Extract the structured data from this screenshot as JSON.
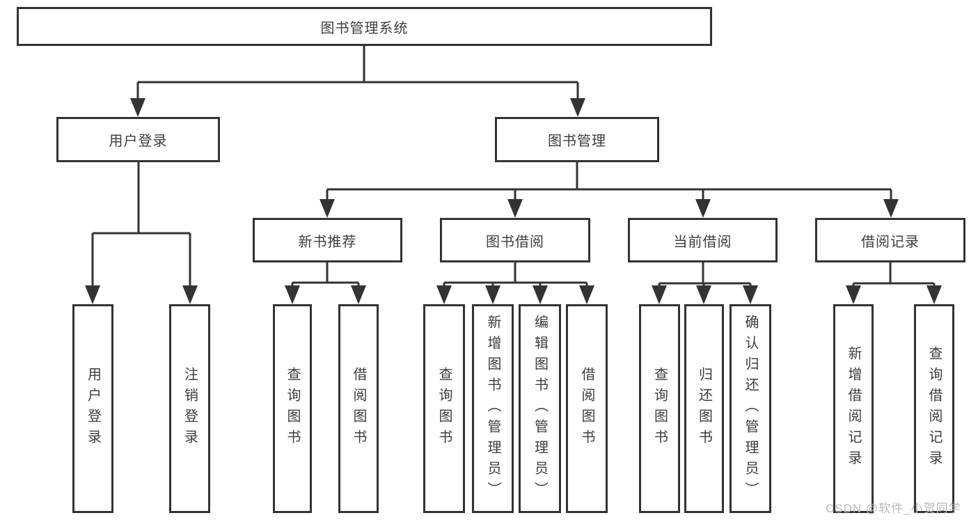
{
  "colors": {
    "line": "#333333",
    "text": "#3d3d3d",
    "box_background": "#ffffff",
    "watermark": "#b9b9b9"
  },
  "diagram": {
    "root": {
      "label": "图书管理系统"
    },
    "branches": [
      {
        "label": "用户登录",
        "children": [
          {
            "label": "用户登录"
          },
          {
            "label": "注销登录"
          }
        ]
      },
      {
        "label": "图书管理",
        "children": [
          {
            "label": "新书推荐",
            "children": [
              {
                "label": "查询图书"
              },
              {
                "label": "借阅图书"
              }
            ]
          },
          {
            "label": "图书借阅",
            "children": [
              {
                "label": "查询图书"
              },
              {
                "label": "新增图书（管理员）"
              },
              {
                "label": "编辑图书（管理员）"
              },
              {
                "label": "借阅图书"
              }
            ]
          },
          {
            "label": "当前借阅",
            "children": [
              {
                "label": "查询图书"
              },
              {
                "label": "归还图书"
              },
              {
                "label": "确认归还（管理员）"
              }
            ]
          },
          {
            "label": "借阅记录",
            "children": [
              {
                "label": "新增借阅记录"
              },
              {
                "label": "查询借阅记录"
              }
            ]
          }
        ]
      }
    ]
  },
  "watermark": "CSDN @软件_小贺同学"
}
